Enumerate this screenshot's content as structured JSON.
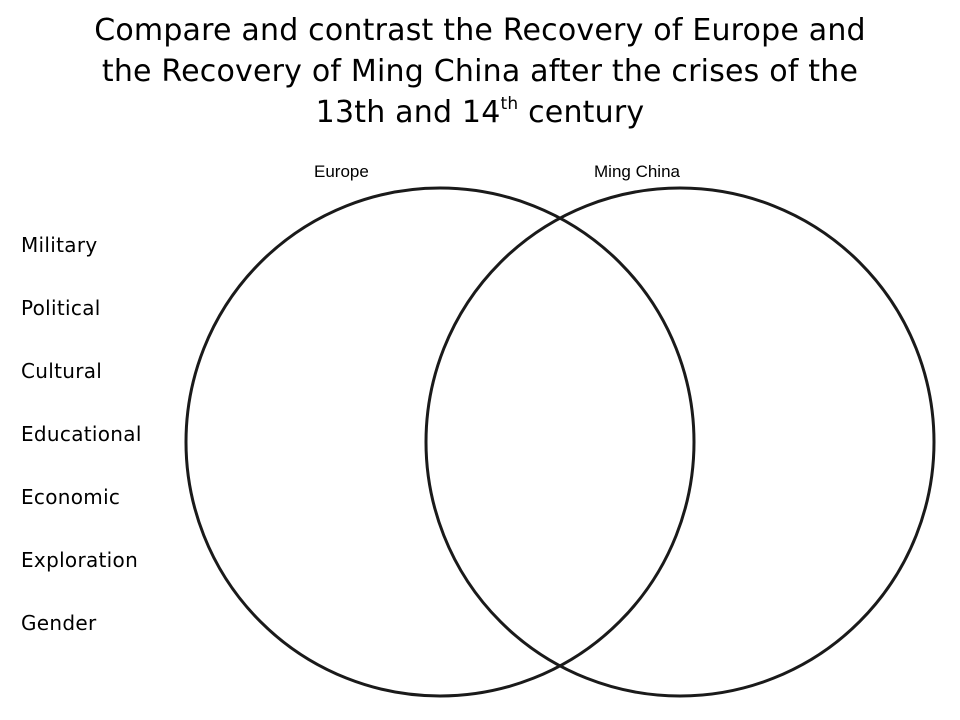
{
  "title": {
    "line1": "Compare and contrast the Recovery of Europe and",
    "line2": "the Recovery of Ming China after the crises of the",
    "line3_before": "13th and 14",
    "line3_superscript": "th",
    "line3_after": " century"
  },
  "venn": {
    "left_label": "Europe",
    "right_label": "Ming China"
  },
  "categories": [
    "Military",
    "Political",
    "Cultural",
    "Educational",
    "Economic",
    "Exploration",
    "Gender"
  ]
}
